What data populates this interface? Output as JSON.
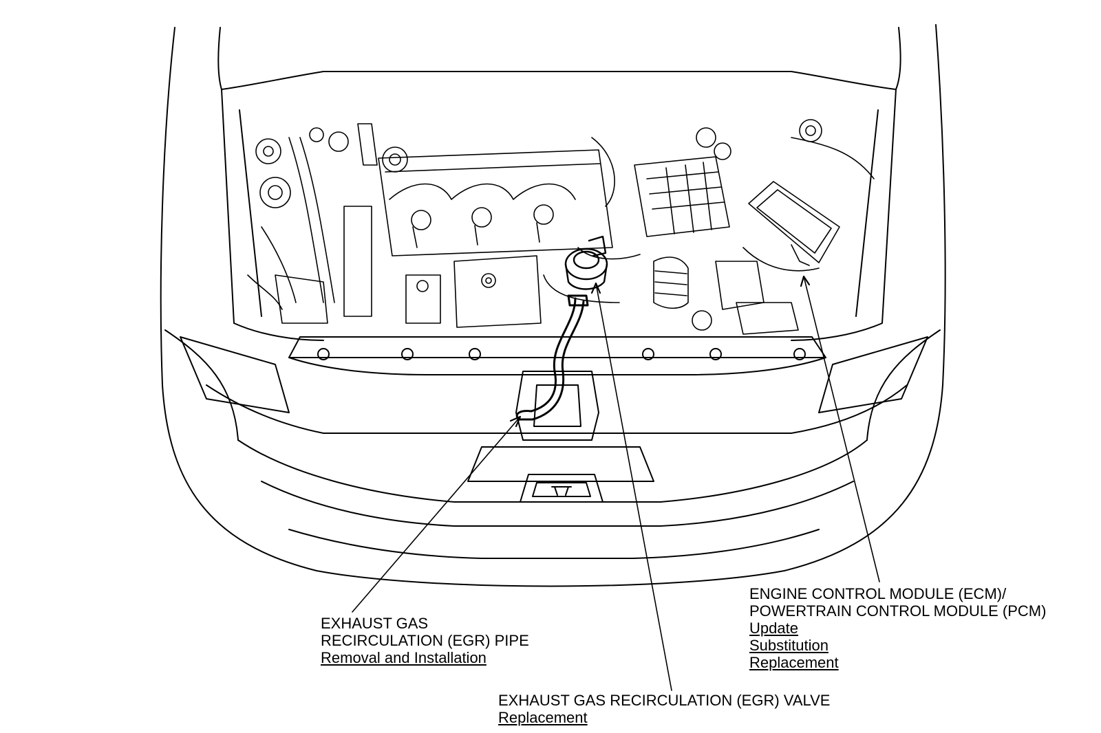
{
  "callouts": {
    "egr_pipe": {
      "title_line1": "EXHAUST GAS",
      "title_line2": "RECIRCULATION (EGR) PIPE",
      "links": [
        "Removal and Installation"
      ]
    },
    "egr_valve": {
      "title_line1": "EXHAUST GAS RECIRCULATION (EGR) VALVE",
      "links": [
        "Replacement"
      ]
    },
    "ecm": {
      "title_line1": "ENGINE CONTROL MODULE (ECM)/",
      "title_line2": "POWERTRAIN CONTROL MODULE (PCM)",
      "links": [
        "Update",
        "Substitution",
        "Replacement"
      ]
    }
  },
  "colors": {
    "ink": "#000000",
    "paper": "#ffffff"
  }
}
